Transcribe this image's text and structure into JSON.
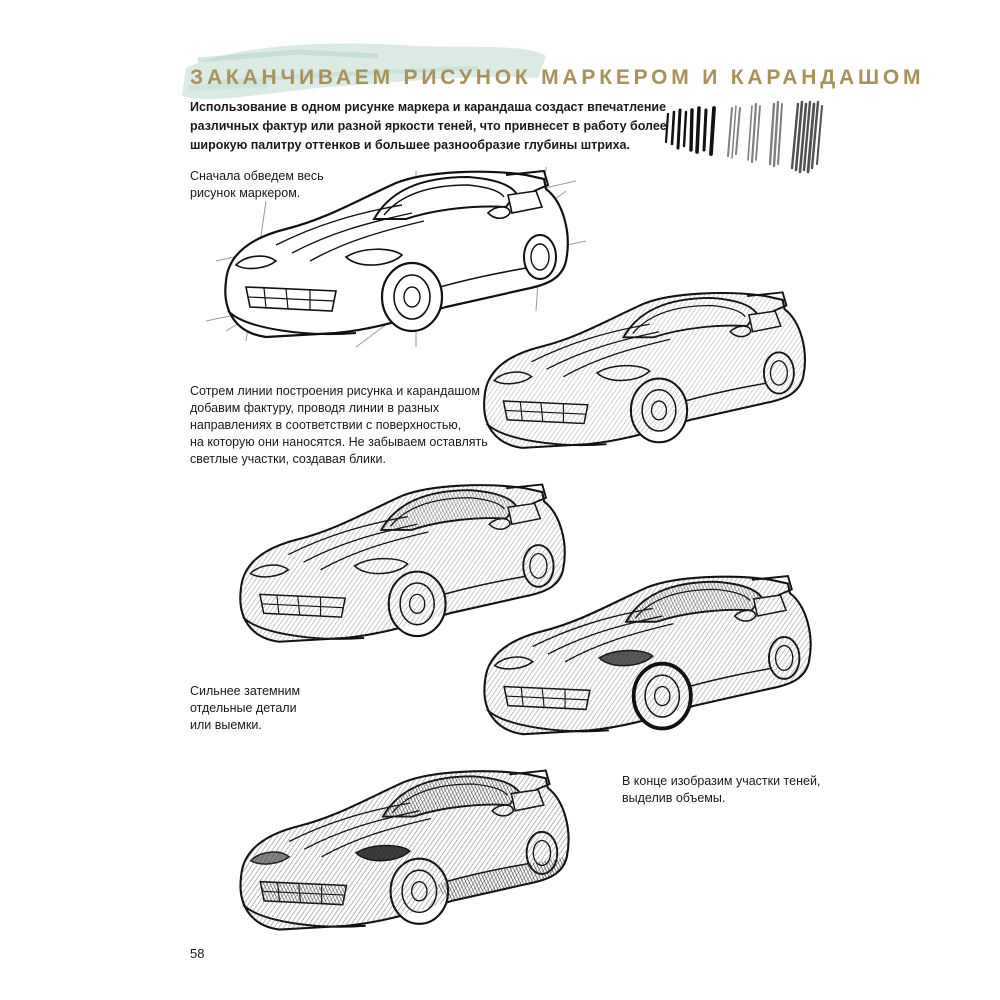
{
  "title": "Заканчиваем рисунок маркером и карандашом",
  "intro_lines": [
    "Использование в одном рисунке маркера и карандаша создаст впечатление",
    "различных фактур или разной яркости теней, что привнесет в работу более",
    "широкую палитру оттенков и большее разнообразие глубины штриха."
  ],
  "notes": {
    "step1": [
      "Сначала обведем весь",
      "рисунок маркером."
    ],
    "step2": [
      "Сотрем линии построения рисунка и карандашом",
      "добавим фактуру, проводя линии в разных",
      "направлениях в соответствии с поверхностью,",
      "на которую они наносятся. Не забываем оставлять",
      "светлые участки, создавая блики."
    ],
    "step3": [
      "Сильнее затемним",
      "отдельные детали",
      "или выемки."
    ],
    "step4": [
      "В конце изобразим участки теней,",
      "выделив объемы."
    ]
  },
  "page_number": "58",
  "colors": {
    "title": "#a8925a",
    "brush": "#cfe3da",
    "ink": "#1a1a1a"
  }
}
